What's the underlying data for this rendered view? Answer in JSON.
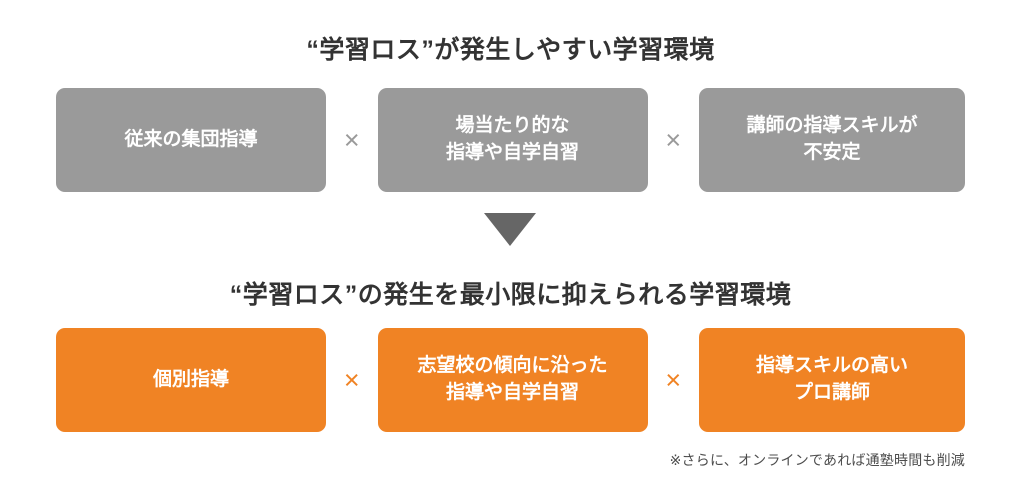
{
  "colors": {
    "problem_box": "#9a9a9a",
    "solution_box": "#f08324",
    "heading_text": "#333333",
    "arrow": "#666666",
    "box_label": "#ffffff",
    "footnote_text": "#4d4d4d",
    "background": "#ffffff"
  },
  "problem": {
    "heading": "“学習ロス”が発生しやすい学習環境",
    "boxes": [
      {
        "label": "従来の集団指導"
      },
      {
        "label": "場当たり的な\n指導や自学自習"
      },
      {
        "label": "講師の指導スキルが\n不安定"
      }
    ],
    "separators": [
      "×",
      "×"
    ]
  },
  "arrow": {
    "direction": "down",
    "glyph": "▼"
  },
  "solution": {
    "heading": "“学習ロス”の発生を最小限に抑えられる学習環境",
    "boxes": [
      {
        "label": "個別指導"
      },
      {
        "label": "志望校の傾向に沿った\n指導や自学自習"
      },
      {
        "label": "指導スキルの高い\nプロ講師"
      }
    ],
    "separators": [
      "×",
      "×"
    ]
  },
  "footnote": {
    "text": "※さらに、オンラインであれば通塾時間も削減"
  }
}
